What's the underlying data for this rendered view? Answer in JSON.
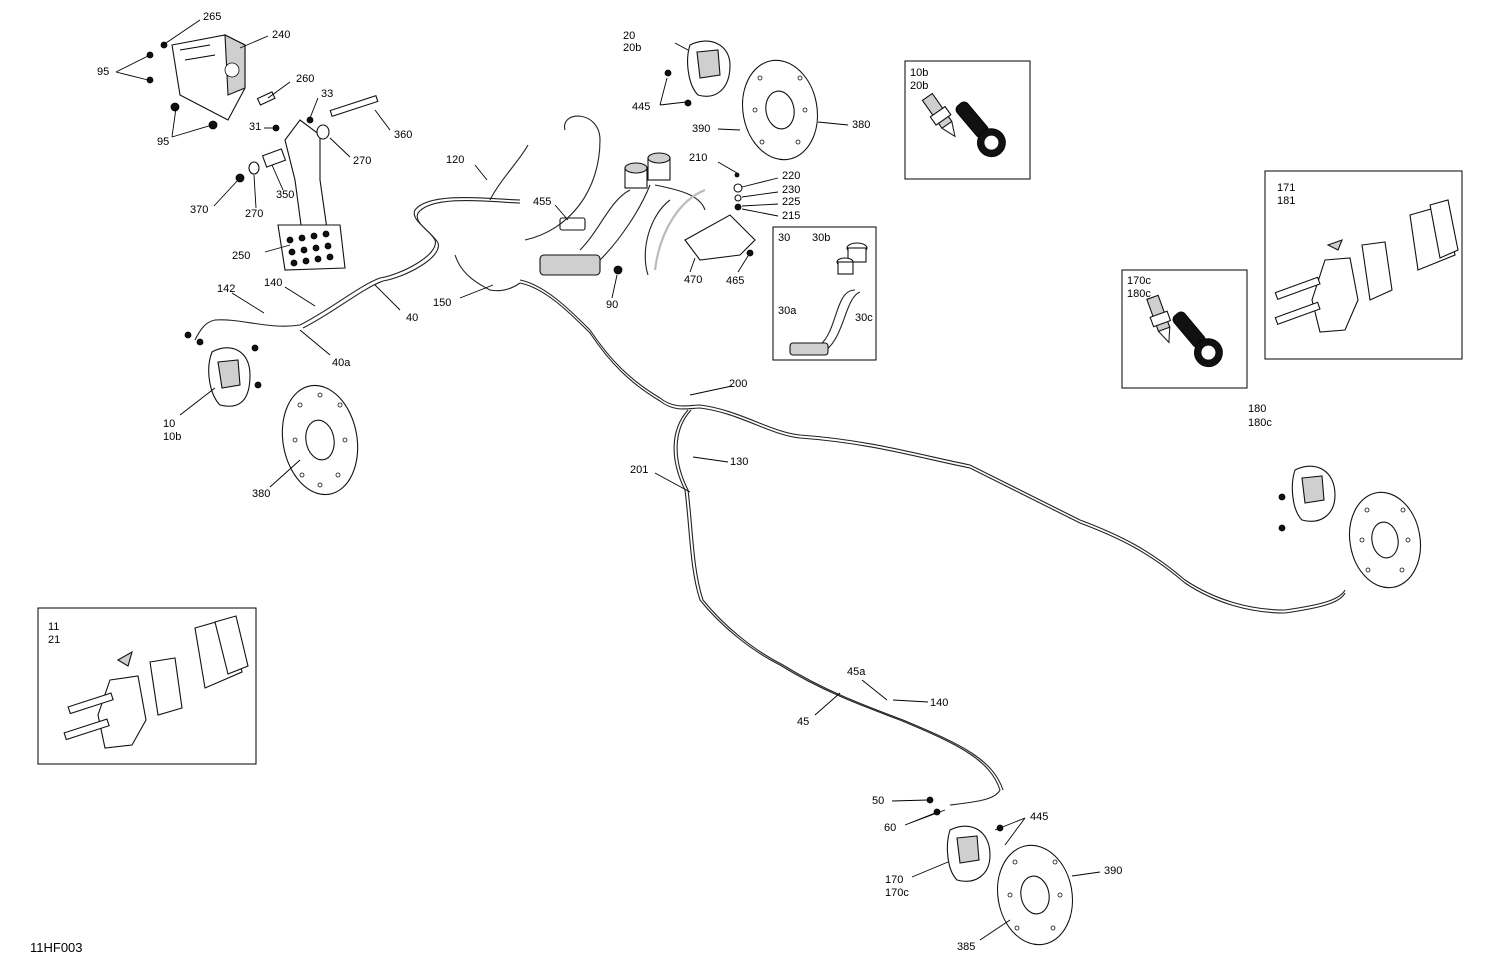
{
  "figure_code": "11HF003",
  "labels": [
    "265",
    "240",
    "95",
    "95",
    "260",
    "33",
    "31",
    "360",
    "270",
    "350",
    "370",
    "270",
    "250",
    "20",
    "20b",
    "445",
    "390",
    "380",
    "210",
    "220",
    "230",
    "225",
    "215",
    "120",
    "455",
    "470",
    "465",
    "90",
    "150",
    "140",
    "142",
    "40",
    "40a",
    "10",
    "10b",
    "380",
    "30",
    "30b",
    "30a",
    "30c",
    "10b",
    "20b",
    "171",
    "181",
    "170c",
    "180c",
    "200",
    "130",
    "201",
    "180",
    "180c",
    "11",
    "21",
    "45a",
    "140",
    "45",
    "50",
    "60",
    "445",
    "170",
    "170c",
    "390",
    "385"
  ]
}
